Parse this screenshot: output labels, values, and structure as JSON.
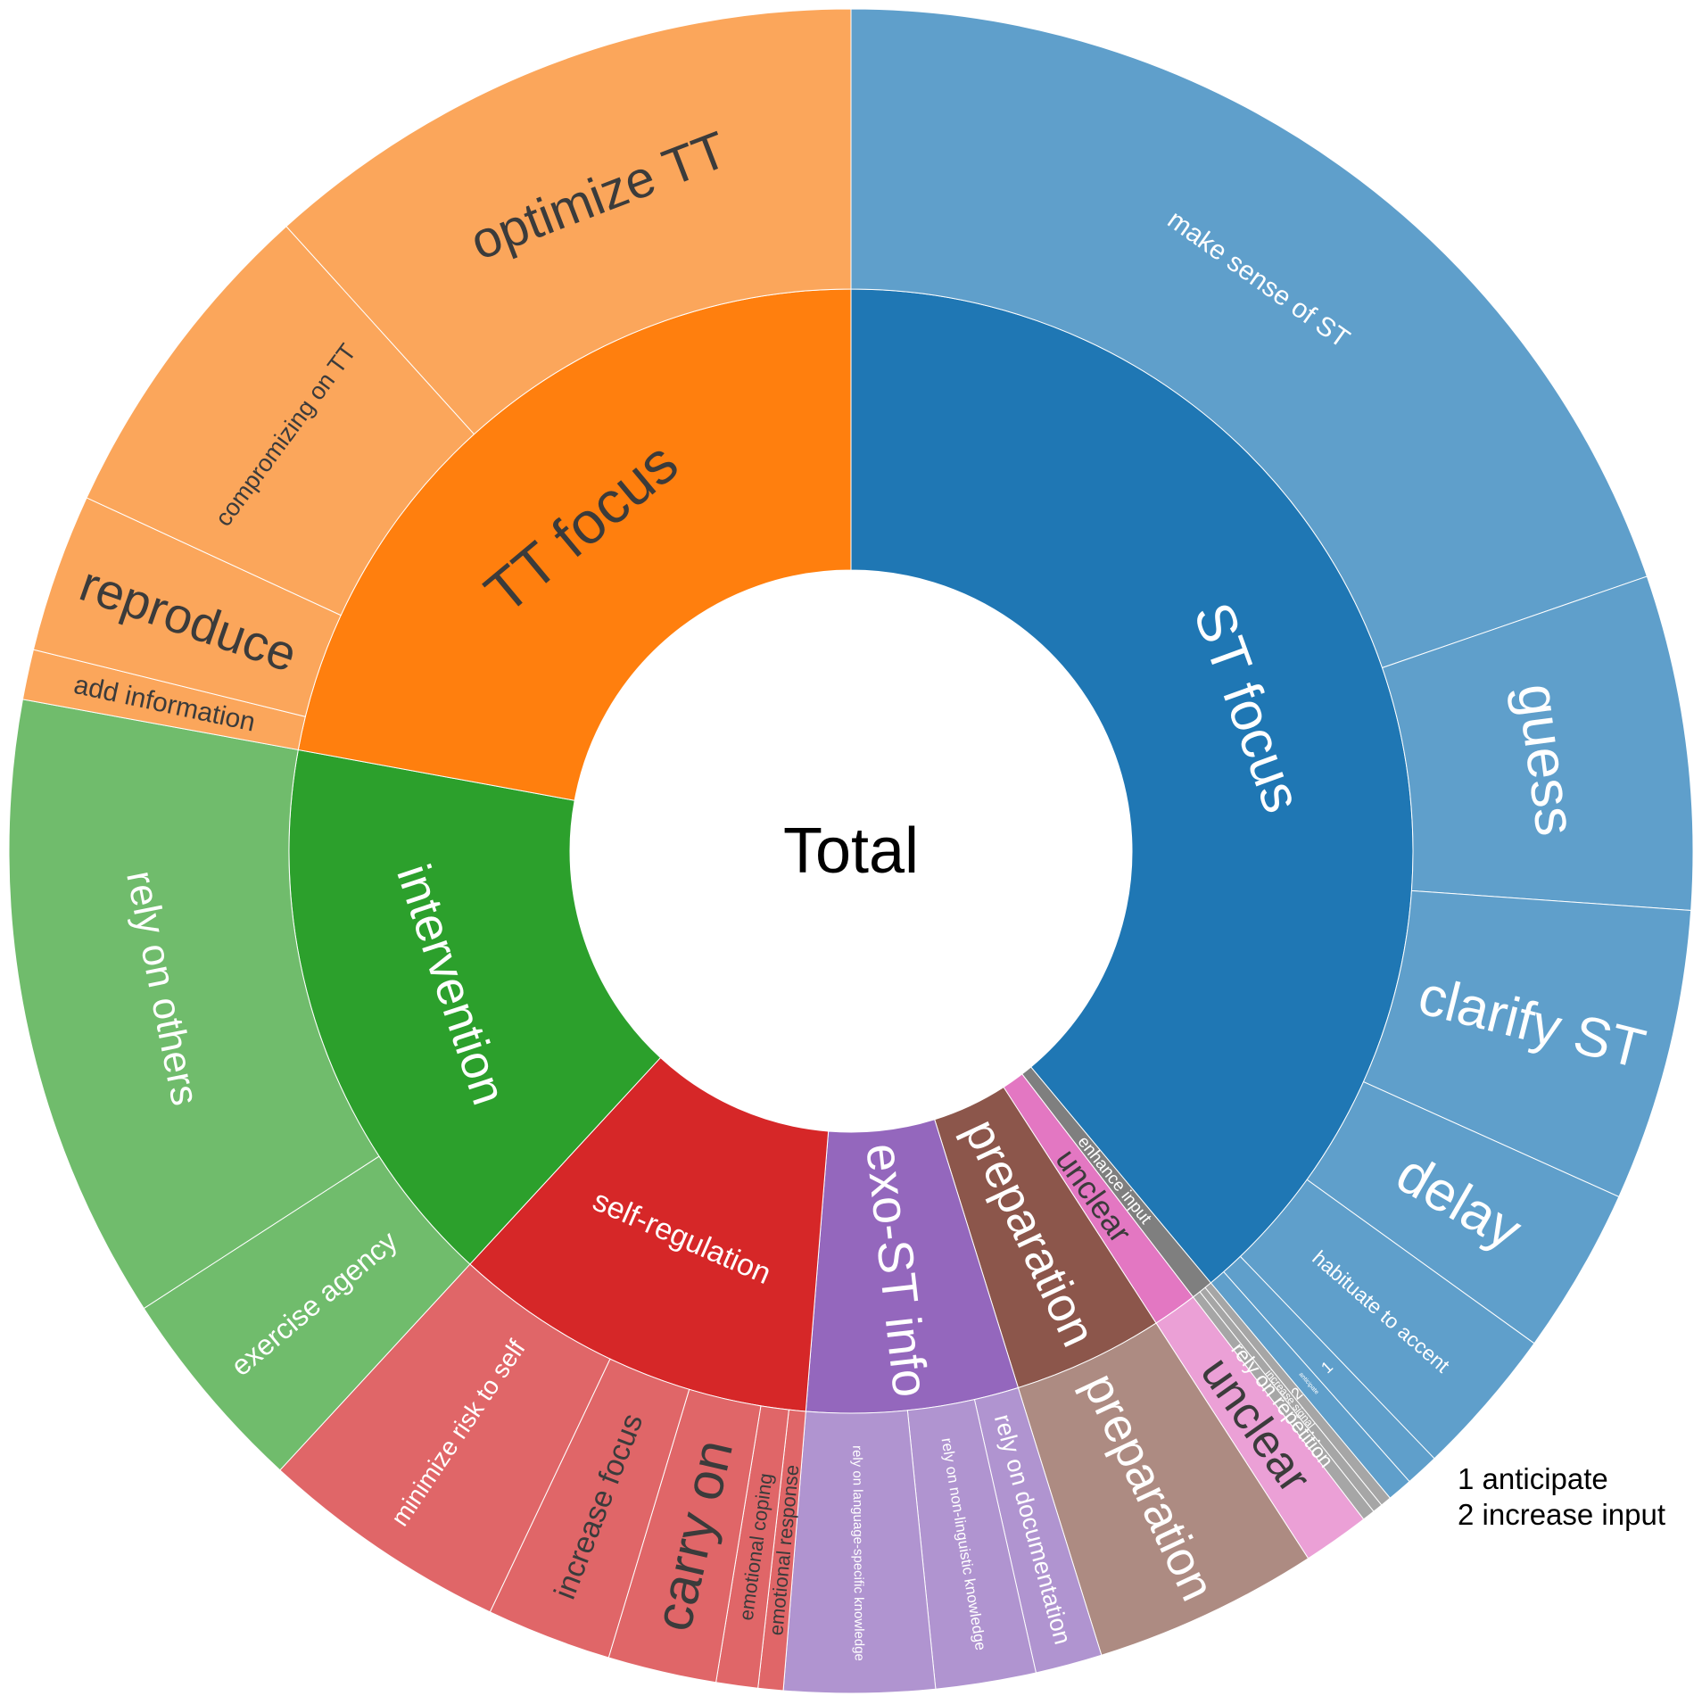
{
  "chart_data": {
    "type": "sunburst",
    "center_label": "Total",
    "rotation_start_deg": 90,
    "direction": "clockwise",
    "colors": {
      "ST focus": "#1f77b4",
      "exo-ST info": "#9467bd",
      "self-regulation": "#d62728",
      "intervention": "#2ca02c",
      "TT focus": "#ff7f0e",
      "unclear": "#e377c2",
      "preparation": "#8c564b",
      "enhance input": "#7f7f7f"
    },
    "children_colors": {
      "ST focus": "#5f9fcb",
      "exo-ST info": "#b094d0",
      "self-regulation": "#e06668",
      "intervention": "#70bc6c",
      "TT focus": "#fba65b",
      "unclear": "#eba0d6",
      "preparation": "#ad8b82",
      "enhance input": "#a6a6a6"
    },
    "label_colors": {
      "dark": "#3b3b3b",
      "light": "#ffffff"
    },
    "categories": [
      {
        "name": "ST focus",
        "value": 243,
        "label_color": "light",
        "font_size": 62,
        "children": [
          {
            "name": "make sense of ST",
            "value": 123,
            "label_color": "light",
            "font_size": 30
          },
          {
            "name": "guess",
            "value": 40,
            "label_color": "light",
            "font_size": 64
          },
          {
            "name": "clarify ST",
            "value": 35,
            "label_color": "light",
            "font_size": 62
          },
          {
            "name": "delay",
            "value": 20,
            "label_color": "light",
            "font_size": 62
          },
          {
            "name": "habituate to accent",
            "value": 18,
            "label_color": "light",
            "font_size": 23
          },
          {
            "name": "1",
            "value": 4,
            "label_color": "light",
            "font_size": 18
          },
          {
            "name": "anticipate",
            "value": 3,
            "label_color": "light",
            "font_size": 7
          }
        ]
      },
      {
        "name": "enhance input",
        "value": 4,
        "label_color": "light",
        "font_size": 19,
        "children": [
          {
            "name": "2",
            "value": 1.3,
            "label_color": "light",
            "font_size": 18
          },
          {
            "name": "increase signal",
            "value": 1.2,
            "label_color": "light",
            "font_size": 12
          },
          {
            "name": "rely on repetition",
            "value": 1.5,
            "label_color": "light",
            "font_size": 23
          }
        ]
      },
      {
        "name": "unclear",
        "value": 8,
        "label_color": "dark",
        "font_size": 36,
        "children": [
          {
            "name": "unclear",
            "value": 8,
            "label_color": "dark",
            "font_size": 52
          }
        ]
      },
      {
        "name": "preparation",
        "value": 27,
        "label_color": "light",
        "font_size": 54,
        "children": [
          {
            "name": "preparation",
            "value": 27,
            "label_color": "light",
            "font_size": 54
          }
        ]
      },
      {
        "name": "exo-ST info",
        "value": 38,
        "label_color": "light",
        "font_size": 56,
        "children": [
          {
            "name": "rely on documentation",
            "value": 8,
            "label_color": "light",
            "font_size": 27
          },
          {
            "name": "rely on non-linguistic knowledge",
            "value": 12,
            "label_color": "light",
            "font_size": 17
          },
          {
            "name": "rely on language-specific knowledge",
            "value": 18,
            "label_color": "light",
            "font_size": 15
          }
        ]
      },
      {
        "name": "self-regulation",
        "value": 66,
        "label_color": "light",
        "font_size": 34,
        "children": [
          {
            "name": "emotional response",
            "value": 3,
            "label_color": "dark",
            "font_size": 22
          },
          {
            "name": "emotional coping",
            "value": 5,
            "label_color": "dark",
            "font_size": 22
          },
          {
            "name": "carry on",
            "value": 13,
            "label_color": "dark",
            "font_size": 60
          },
          {
            "name": "increase focus",
            "value": 15,
            "label_color": "dark",
            "font_size": 34
          },
          {
            "name": "minimize risk to self",
            "value": 30,
            "label_color": "light",
            "font_size": 28
          }
        ]
      },
      {
        "name": "intervention",
        "value": 100,
        "label_color": "light",
        "font_size": 54,
        "children": [
          {
            "name": "exercise agency",
            "value": 25,
            "label_color": "light",
            "font_size": 32
          },
          {
            "name": "rely on others",
            "value": 75,
            "label_color": "light",
            "font_size": 44
          }
        ]
      },
      {
        "name": "TT focus",
        "value": 138,
        "label_color": "dark",
        "font_size": 66,
        "children": [
          {
            "name": "add information",
            "value": 6,
            "label_color": "dark",
            "font_size": 30
          },
          {
            "name": "reproduce",
            "value": 19,
            "label_color": "dark",
            "font_size": 56
          },
          {
            "name": "compromizing on TT",
            "value": 40,
            "label_color": "dark",
            "font_size": 27
          },
          {
            "name": "optimize TT",
            "value": 73,
            "label_color": "dark",
            "font_size": 58
          }
        ]
      }
    ],
    "footnotes": [
      "1 anticipate",
      "2 increase input"
    ]
  }
}
